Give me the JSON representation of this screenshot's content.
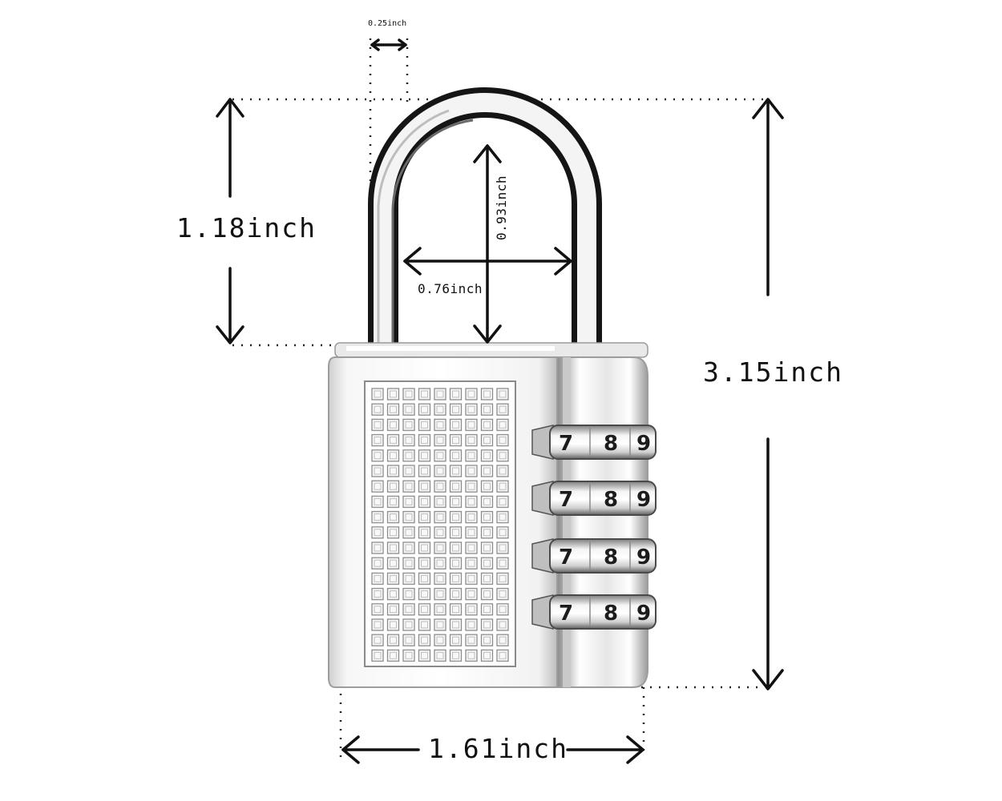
{
  "dimensions": {
    "shackle_thickness": "0.25inch",
    "shackle_height": "1.18inch",
    "shackle_inner_height": "0.93inch",
    "shackle_inner_width": "0.76inch",
    "total_height": "3.15inch",
    "body_width": "1.61inch"
  },
  "dials": [
    {
      "digits": [
        "7",
        "8",
        "9"
      ]
    },
    {
      "digits": [
        "7",
        "8",
        "9"
      ]
    },
    {
      "digits": [
        "7",
        "8",
        "9"
      ]
    },
    {
      "digits": [
        "7",
        "8",
        "9"
      ]
    }
  ],
  "colors": {
    "background": "#ffffff",
    "chrome_light": "#f4f4f4",
    "chrome_dark": "#6f6f6f",
    "shackle_edge": "#1a1a1a",
    "line": "#111111"
  }
}
